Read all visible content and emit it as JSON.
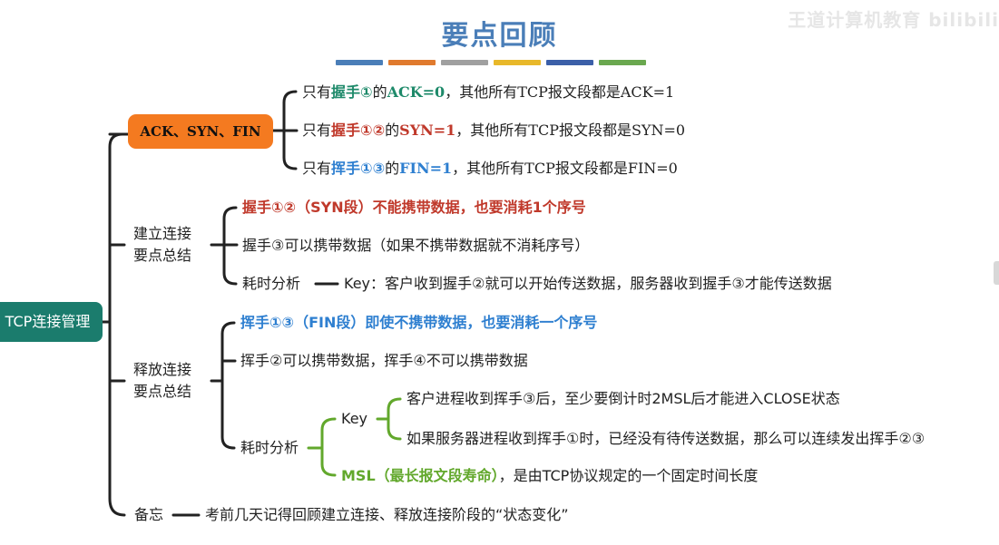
{
  "title": "要点回顾",
  "watermark": "王道计算机教育 bilibili",
  "bar_colors": [
    "#4a7eb8",
    "#e07a2e",
    "#a0a0a0",
    "#e8b82a",
    "#3b5fa8",
    "#6aa84f"
  ],
  "root": {
    "label": "TCP连接管理"
  },
  "flags": {
    "label": "ACK、SYN、FIN",
    "items": [
      {
        "pre": "只有",
        "hl": "握手①",
        "mid": "的",
        "hl2": "ACK=0",
        "post": "，其他所有TCP报文段都是ACK=1"
      },
      {
        "pre": "只有",
        "hl": "握手①②",
        "mid": "的",
        "hl2": "SYN=1",
        "post": "，其他所有TCP报文段都是SYN=0"
      },
      {
        "pre": "只有",
        "hl": "挥手①③",
        "mid": "的",
        "hl2": "FIN=1",
        "post": "，其他所有TCP报文段都是FIN=0"
      }
    ]
  },
  "establish": {
    "label_line1": "建立连接",
    "label_line2": "要点总结",
    "item1": "握手①②（SYN段）不能携带数据，也要消耗1个序号",
    "item2": "握手③可以携带数据（如果不携带数据就不消耗序号）",
    "timing_label": "耗时分析",
    "timing_key": "Key：客户收到握手②就可以开始传送数据，服务器收到握手③才能传送数据"
  },
  "release": {
    "label_line1": "释放连接",
    "label_line2": "要点总结",
    "item1": "挥手①③（FIN段）即使不携带数据，也要消耗一个序号",
    "item2": "挥手②可以携带数据，挥手④不可以携带数据",
    "timing_label": "耗时分析",
    "key_label": "Key",
    "key_item1": "客户进程收到挥手③后，至少要倒计时2MSL后才能进入CLOSE状态",
    "key_item2": "如果服务器进程收到挥手①时，已经没有待传送数据，那么可以连续发出挥手②③",
    "msl_hl": "MSL（最长报文段寿命）",
    "msl_rest": "，是由TCP协议规定的一个固定时间长度"
  },
  "memo": {
    "label": "备忘",
    "text": "考前几天记得回顾建立连接、释放连接阶段的“状态变化”"
  }
}
